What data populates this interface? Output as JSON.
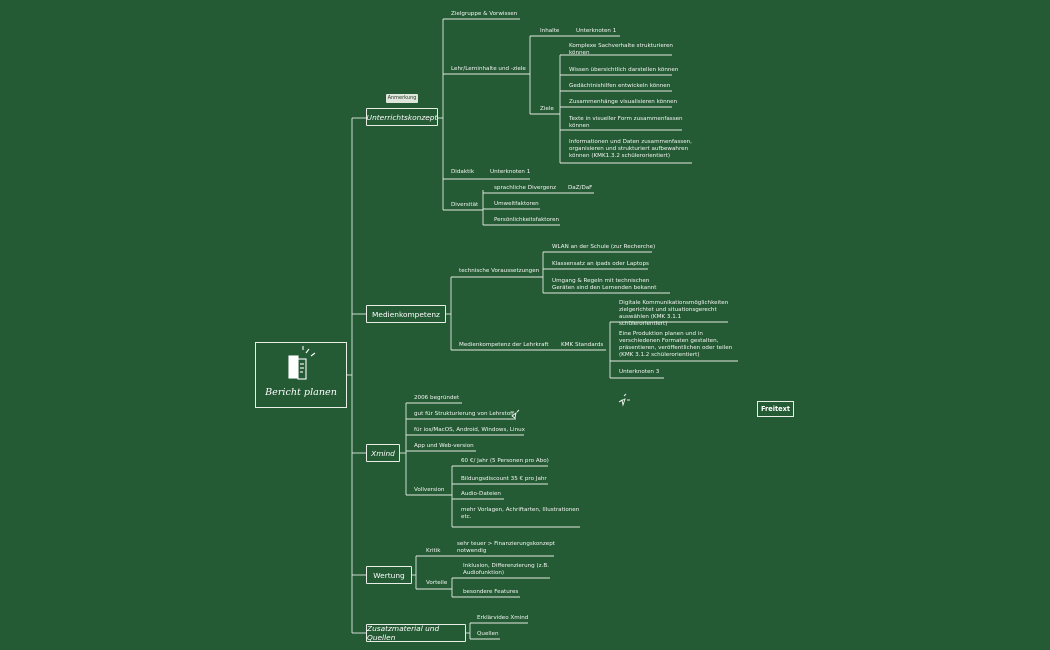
{
  "central_topic": "Bericht planen",
  "label_tag": "Anmerkung",
  "floating_topic": "Freitext",
  "branches": {
    "unterrichtskonzept": {
      "label": "Unterrichtskonzept",
      "zielgruppe": "Zielgruppe & Vorwissen",
      "lerninhalte": {
        "label": "Lehr/Lerninhalte und -ziele",
        "inhalte": {
          "label": "Inhalte",
          "child": "Unterknoten 1"
        },
        "ziele": {
          "label": "Ziele",
          "items": [
            "Komplexe Sachverhalte strukturieren können",
            "Wissen übersichtlich darstellen können",
            "Gedächtnishilfen entwickeln können",
            "Zusammenhänge visualisieren können",
            "Texte in visueller Form zusammenfassen können",
            "Informationen und Daten zusammenfassen, organisieren und strukturiert aufbewahren können (KMK1.3.2 schülerorientiert)"
          ]
        }
      },
      "didaktik": {
        "label": "Didaktik",
        "child": "Unterknoten 1"
      },
      "diversitaet": {
        "label": "Diversität",
        "sprachliche": "sprachliche Divergenz",
        "daz": "DaZ/DaF",
        "umwelt": "Umweltfaktoren",
        "persoenlich": "Persönlichkeitsfaktoren"
      }
    },
    "medienkompetenz": {
      "label": "Medienkompetenz",
      "technisch": {
        "label": "technische Voraussetzungen",
        "items": [
          "WLAN an der Schule (zur Recherche)",
          "Klassensatz an ipads oder Laptops",
          "Umgang & Regeln mit technischen Geräten sind den Lernenden bekannt"
        ]
      },
      "lehrkraft": {
        "label": "Medienkompetenz der Lehrkraft",
        "kmk": "KMK Standards",
        "items": [
          "Digitale Kommunikationsmöglichkeiten zielgerichtet und situationsgerecht auswählen (KMK 3.1.1 schülerorientiert)",
          "Eine Produktion planen und in verschiedenen Formaten gestalten, präsentieren, veröffentlichen oder teilen (KMK 3.1.2 schülerorientiert)",
          "Unterknoten 3"
        ]
      }
    },
    "xmind": {
      "label": "Xmind",
      "items": [
        "2006 begründet",
        "gut für Strukturierung von Lehrstoff",
        "für ios/MacOS, Android, Windows, Linux",
        "App und Web-version"
      ],
      "vollversion": {
        "label": "Vollversion",
        "items": [
          "60 €/ Jahr (5 Personen pro Abo)",
          "Bildungsdiscount 35 € pro Jahr",
          "Audio-Dateien",
          "mehr Vorlagen, Achriftarten, Illustrationen etc."
        ]
      }
    },
    "wertung": {
      "label": "Wertung",
      "kritik": {
        "label": "Kritik",
        "child": "sehr teuer > Finanzierungskonzept notwendig"
      },
      "vorteile": {
        "label": "Vorteile",
        "items": [
          "Inklusion, Differenzierung (z.B. Audiofunktion)",
          "besondere Features"
        ]
      }
    },
    "zusatzmaterial": {
      "label": "Zusatzmaterial und Quellen",
      "items": [
        "Erklärvideo Xmind",
        "Quellen"
      ]
    }
  }
}
